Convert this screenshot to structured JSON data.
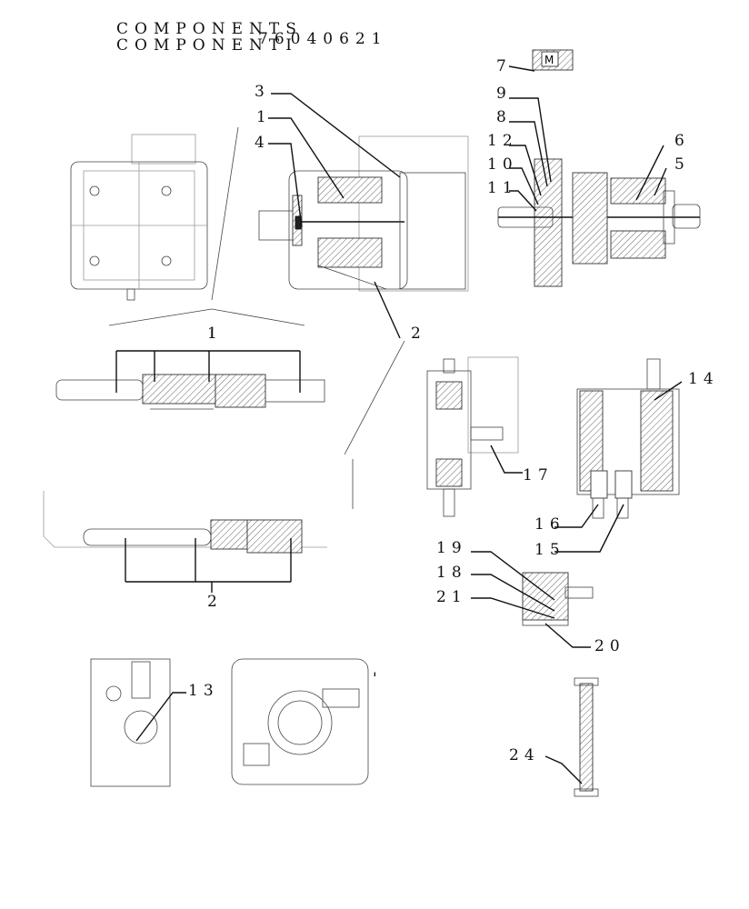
{
  "header": {
    "line1": "COMPONENTS",
    "line2": "COMPONENTI",
    "part_number": "76040621"
  },
  "callouts": [
    "1",
    "2",
    "3",
    "4",
    "5",
    "6",
    "7",
    "8",
    "9",
    "10",
    "11",
    "12",
    "13",
    "14",
    "15",
    "16",
    "17",
    "18",
    "19",
    "20",
    "21",
    "24"
  ],
  "labels": {
    "m_marker": "M",
    "tick_mark": "'"
  }
}
